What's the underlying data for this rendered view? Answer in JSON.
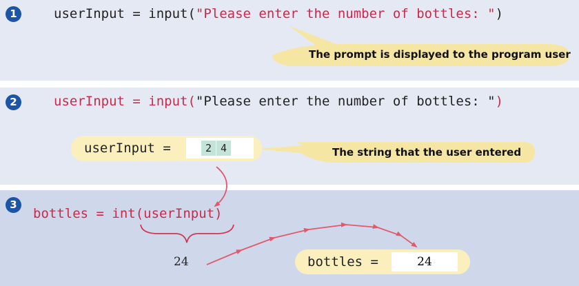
{
  "steps": [
    {
      "number": "1",
      "code_var": "userInput",
      "code_eq": " = ",
      "code_fn": "input(",
      "code_str": "\"Please enter the number of bottles: \"",
      "code_close": ")",
      "callout": "The prompt is displayed to the program user"
    },
    {
      "number": "2",
      "code_var": "userInput",
      "code_eq": " = ",
      "code_fn": "input(",
      "code_str": "\"Please enter the number of bottles: \"",
      "code_close": ")",
      "var_label": "userInput =",
      "chars": [
        "2",
        "4"
      ],
      "callout": "The string that the user entered"
    },
    {
      "number": "3",
      "code_var": "bottles",
      "code_eq": " = ",
      "code_fn": "int(",
      "code_arg": "userInput",
      "code_close": ")",
      "result": "24",
      "var_label": "bottles =",
      "value": "24"
    }
  ],
  "colors": {
    "panel_light": "#e4e9f4",
    "panel_dark": "#ced8ea",
    "step_circle": "#1d55a6",
    "code_red": "#c9294b",
    "callout_fill": "#f6e6a4",
    "var_box": "#fbf0bd",
    "char_cell": "#c5e4d9",
    "arrow": "#e05a6a"
  }
}
